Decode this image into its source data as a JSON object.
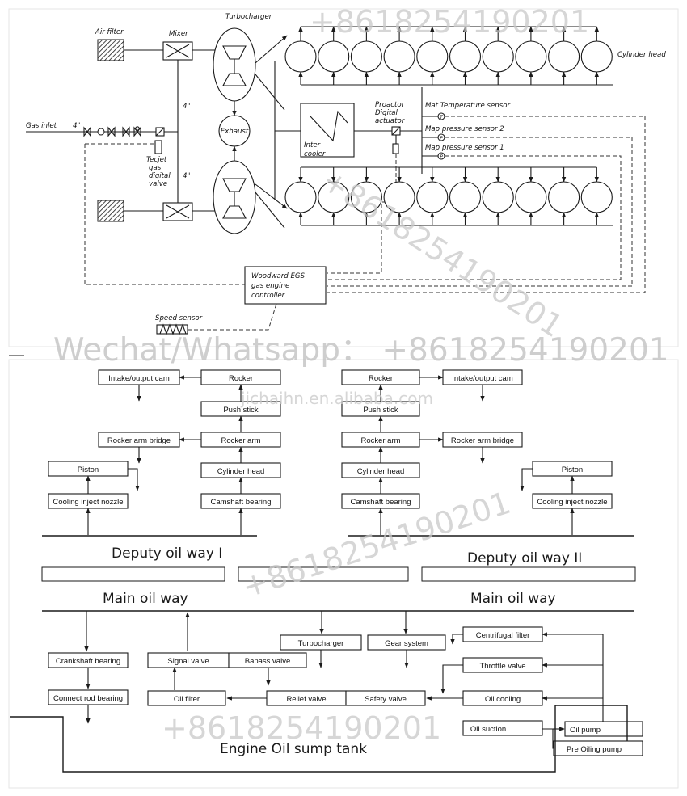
{
  "top_diagram": {
    "air_filter": "Air filter",
    "mixer": "Mixer",
    "turbocharger": "Turbocharger",
    "cylinder_head": "Cylinder head",
    "exhaust": "Exhaust",
    "inter_cooler_1": "Inter",
    "inter_cooler_2": "cooler",
    "gas_inlet": "Gas inlet",
    "pipe_size": "4\"",
    "tecjet_1": "Tecjet",
    "tecjet_2": "gas",
    "tecjet_3": "digital",
    "tecjet_4": "valve",
    "proactor_1": "Proactor",
    "proactor_2": "Digital",
    "proactor_3": "actuator",
    "mat_sensor": "Mat Temperature sensor",
    "map_sensor_2": "Map pressure sensor 2",
    "map_sensor_1": "Map pressure sensor 1",
    "sensor_t": "T",
    "sensor_p": "P",
    "controller_1": "Woodward  EGS",
    "controller_2": "gas engine",
    "controller_3": "controller",
    "speed_sensor": "Speed sensor"
  },
  "oil_diagram": {
    "intake_output_cam": "Intake/output cam",
    "rocker": "Rocker",
    "push_stick": "Push stick",
    "rocker_arm_bridge": "Rocker arm bridge",
    "rocker_arm": "Rocker arm",
    "piston": "Piston",
    "cylinder_head": "Cylinder head",
    "cooling_inject_nozzle": "Cooling inject nozzle",
    "camshaft_bearing": "Camshaft bearing",
    "deputy_oil_way_1": "Deputy oil way I",
    "deputy_oil_way_2": "Deputy oil way II",
    "main_oil_way_1": "Main oil way",
    "main_oil_way_2": "Main oil way",
    "crankshaft_bearing": "Crankshaft bearing",
    "connect_rod_bearing": "Connect rod bearing",
    "signal_valve": "Signal valve",
    "bapass_valve": "Bapass valve",
    "oil_filter": "Oil filter",
    "relief_valve": "Relief valve",
    "safety_valve": "Safety valve",
    "turbocharger": "Turbocharger",
    "gear_system": "Gear system",
    "centrifugal_filter": "Centrifugal filter",
    "throttle_valve": "Throttle valve",
    "oil_cooling": "Oil cooling",
    "oil_suction": "Oil suction",
    "oil_pump": "Oil pump",
    "pre_oiling_pump": "Pre Oiling pump",
    "sump_tank": "Engine Oil sump tank"
  },
  "watermarks": {
    "phone_top": "+8618254190201",
    "phone_diagonal": "+8618254190201",
    "wechat": "Wechat/Whatsapp：  +8618254190201",
    "site": "jichaihn.en.alibaba.com",
    "phone_middle": "+8618254190201",
    "phone_bottom": "+8618254190201"
  }
}
